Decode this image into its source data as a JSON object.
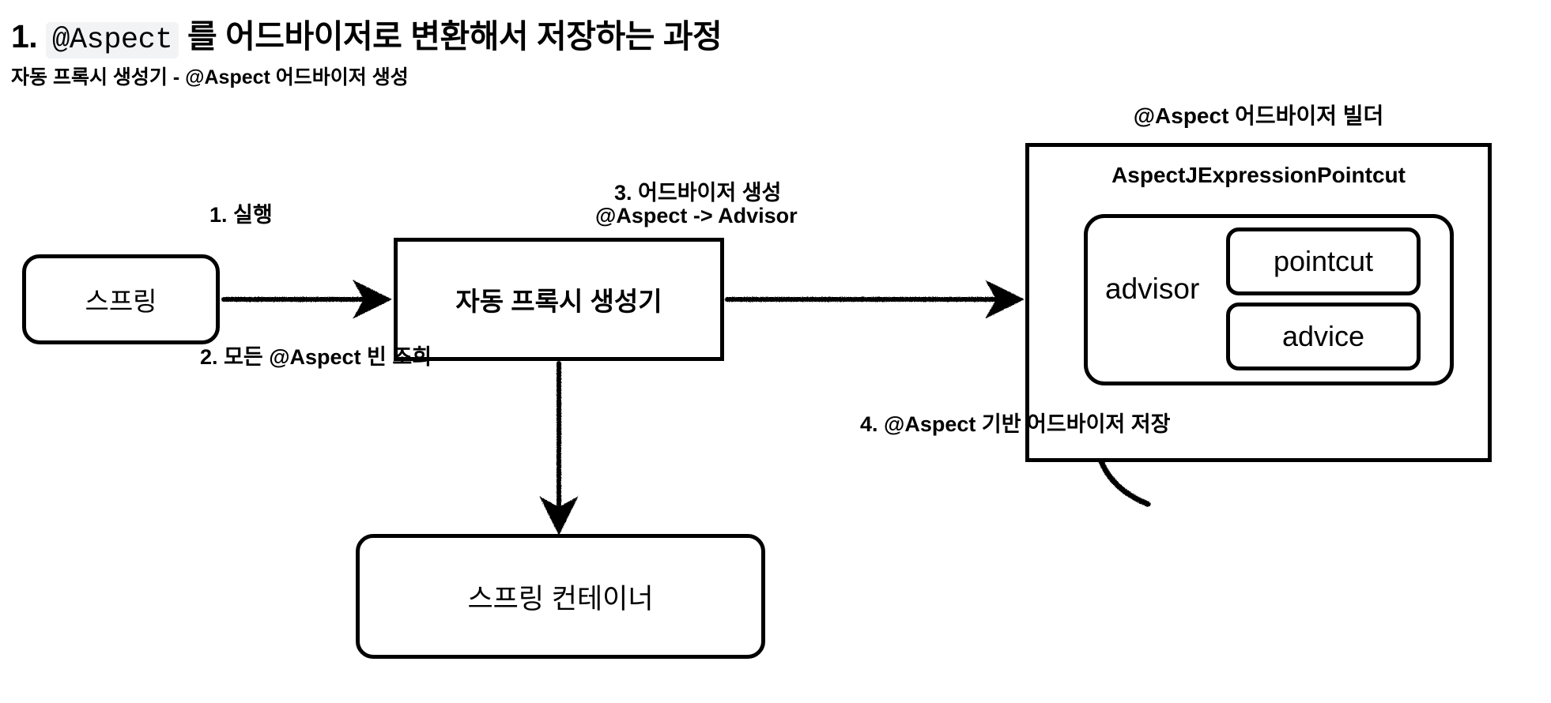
{
  "header": {
    "title_prefix": "1.",
    "title_code": "@Aspect",
    "title_rest": "를 어드바이저로 변환해서 저장하는 과정",
    "subtitle": "자동 프록시 생성기 - @Aspect 어드바이저 생성"
  },
  "nodes": {
    "spring": "스프링",
    "auto_proxy_creator": "자동 프록시 생성기",
    "spring_container": "스프링 컨테이너",
    "advisor": "advisor",
    "pointcut": "pointcut",
    "advice": "advice"
  },
  "panel": {
    "title": "@Aspect 어드바이저 빌더",
    "pointcut_class_label": "AspectJExpressionPointcut"
  },
  "arrows": {
    "step1": "1. 실행",
    "step2": "2. 모든 @Aspect 빈 조회",
    "step3_line1": "3. 어드바이저 생성",
    "step3_line2": "@Aspect -> Advisor",
    "step4": "4. @Aspect 기반 어드바이저 저장"
  },
  "colors": {
    "stroke": "#000000",
    "background": "#ffffff",
    "code_chip": "#f1f3f5"
  }
}
